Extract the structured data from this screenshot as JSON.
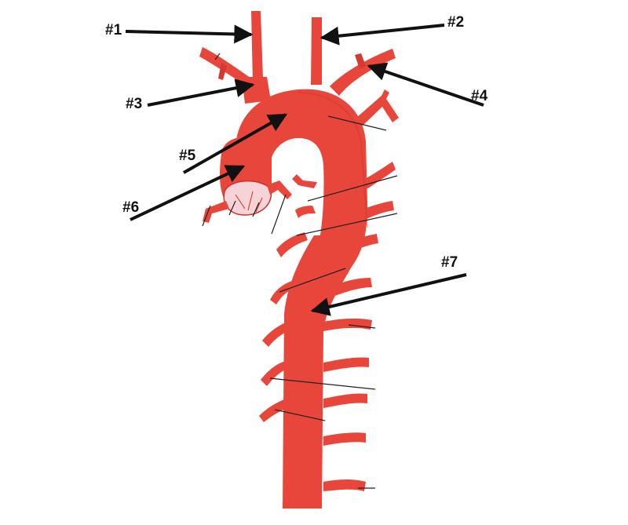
{
  "diagram": {
    "labels": {
      "l1": "#1",
      "l2": "#2",
      "l3": "#3",
      "l4": "#4",
      "l5": "#5",
      "l6": "#6",
      "l7": "#7"
    },
    "colors": {
      "vessel": "#e8463a",
      "vessel_dark": "#c8322a",
      "valve": "#f6d3d6",
      "arrow": "#111111",
      "leader": "#222222"
    }
  }
}
